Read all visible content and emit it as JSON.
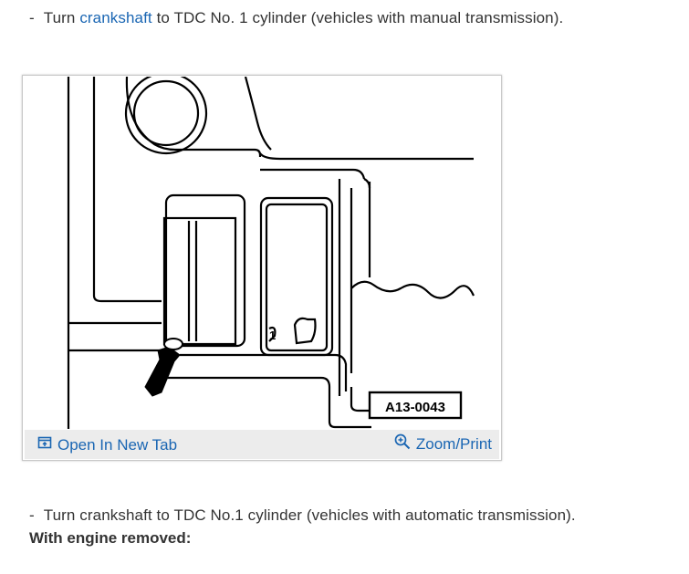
{
  "step1": {
    "dash": "-",
    "prefix": "Turn ",
    "link": "crankshaft",
    "suffix": " to TDC No. 1 cylinder (vehicles with manual transmission)."
  },
  "figure": {
    "label": "A13-0043",
    "marker": "1",
    "open_tab_label": "Open In New Tab",
    "zoom_label": "Zoom/Print",
    "link_color": "#1a66b3",
    "toolbar_bg": "#ececec"
  },
  "step2": {
    "dash": "-",
    "text": "Turn crankshaft to TDC No.1 cylinder (vehicles with automatic transmission)."
  },
  "note": {
    "text": "With engine removed:"
  }
}
